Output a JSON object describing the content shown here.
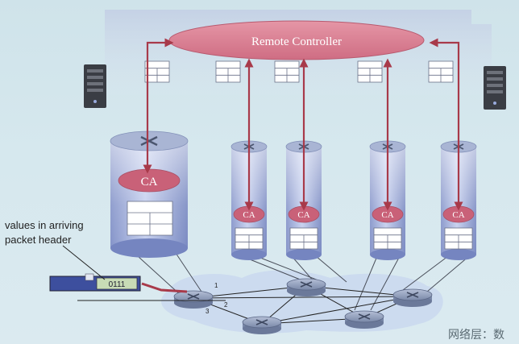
{
  "diagram": {
    "controller_label": "Remote Controller",
    "control_agent_label": "CA",
    "annotation": "values in arriving\npacket header",
    "header_value": "0111",
    "port_labels": [
      "1",
      "2",
      "3"
    ],
    "footer_text": "网络层：数"
  },
  "colors": {
    "controller_fill": "#d97a8e",
    "ca_fill": "#c96178",
    "cylinder_body": "#8899cc",
    "link_color": "#a83a4a",
    "cloud": "#c9d8ef",
    "router_fill": "#8e9bb8"
  }
}
